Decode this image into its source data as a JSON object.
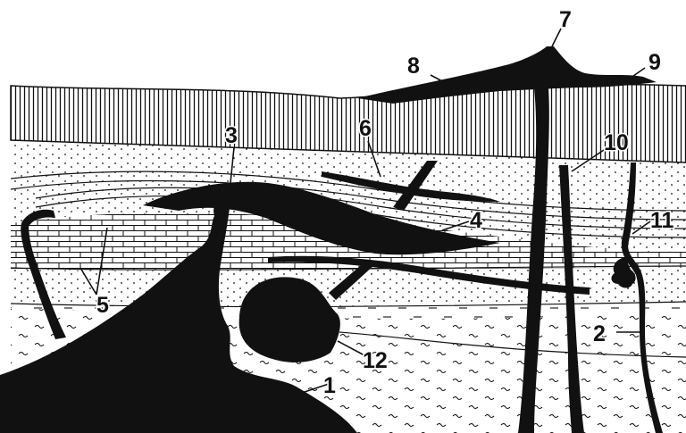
{
  "labels": {
    "l1": "1",
    "l2": "2",
    "l3": "3",
    "l4": "4",
    "l5": "5",
    "l6": "6",
    "l7": "7",
    "l8": "8",
    "l9": "9",
    "l10": "10",
    "l11": "11",
    "l12": "12"
  },
  "colors": {
    "intrusion": "#111111",
    "background": "#ffffff"
  }
}
